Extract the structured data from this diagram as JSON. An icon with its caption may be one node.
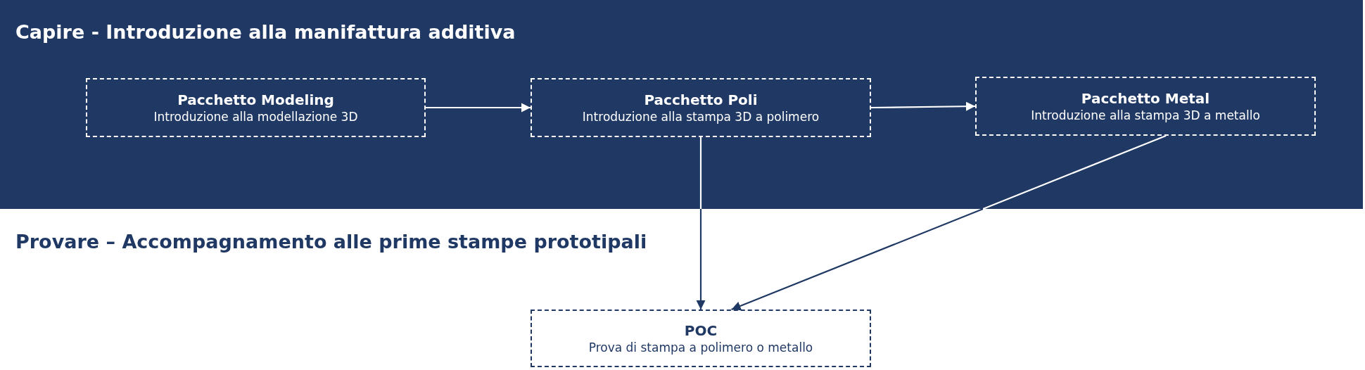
{
  "diagram": {
    "nodes": [
      {
        "text": [
          "Capire - Introduzione alla manifattura additiva"
        ]
      },
      {
        "text": [
          "Pacchetto Modeling",
          "Introduzione alla modellazione 3D"
        ],
        "in": 0
      },
      {
        "text": [
          "Pacchetto Poli",
          "Introduzione alla stampa 3D a polimero"
        ],
        "in": 0
      },
      {
        "text": [
          "Pacchetto Metal",
          "Introduzione alla stampa 3D a metallo"
        ],
        "in": 0
      },
      {
        "text": [
          "POC",
          "Prova di stampa a polimero o metallo"
        ]
      }
    ],
    "edges": [
      {
        "from": 1,
        "to": 2,
        "arrow": "to"
      },
      {
        "from": 2,
        "to": 3,
        "arrow": "to"
      },
      {
        "from": 2,
        "to": 4,
        "arrow": "to"
      },
      {
        "from": 3,
        "to": 4,
        "arrow": "to"
      }
    ],
    "labels": [
      "Provare – Accompagnamento alle prime stampe prototipali"
    ]
  }
}
